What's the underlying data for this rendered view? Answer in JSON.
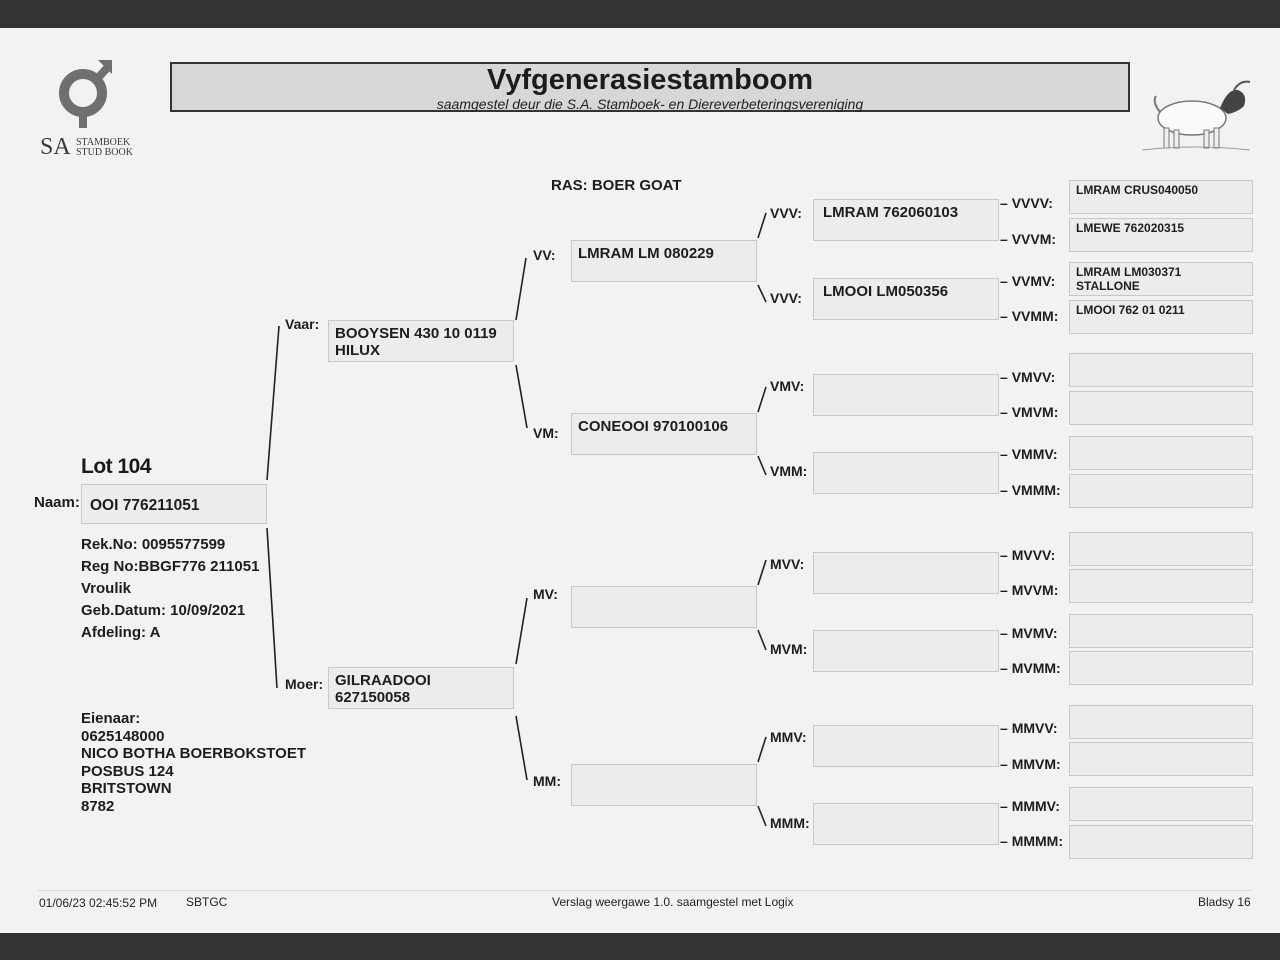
{
  "header": {
    "title": "Vyfgenerasiestamboom",
    "subtitle": "saamgestel deur die S.A. Stamboek- en Diereverbeteringsvereniging",
    "logo_text_big": "SA",
    "logo_text_line1": "STAMBOEK",
    "logo_text_line2": "STUD BOOK"
  },
  "breed": "RAS: BOER GOAT",
  "animal": {
    "lot": "Lot 104",
    "name_label": "Naam:",
    "name": "OOI 776211051",
    "rek_no": "Rek.No: 0095577599",
    "reg_no": "Reg No:BBGF776 211051",
    "sex": "Vroulik",
    "birth": "Geb.Datum: 10/09/2021",
    "division": "Afdeling: A"
  },
  "owner": {
    "label": "Eienaar:",
    "phone": "0625148000",
    "name": "NICO BOTHA BOERBOKSTOET",
    "address1": "POSBUS 124",
    "town": "BRITSTOWN",
    "code": "8782"
  },
  "gen1": {
    "sire": {
      "label": "Vaar:",
      "value_line1": "BOOYSEN 430 10 0119",
      "value_line2": "HILUX"
    },
    "dam": {
      "label": "Moer:",
      "value_line1": "GILRAADOOI",
      "value_line2": "627150058"
    }
  },
  "gen2": {
    "vv": {
      "label": "VV:",
      "value": "LMRAM LM 080229"
    },
    "vm": {
      "label": "VM:",
      "value": "CONEOOI 970100106"
    },
    "mv": {
      "label": "MV:",
      "value": ""
    },
    "mm": {
      "label": "MM:",
      "value": ""
    }
  },
  "gen3": {
    "vvv": {
      "label": "VVV:",
      "value": "LMRAM 762060103"
    },
    "vvm": {
      "label": "VVV:",
      "value": "LMOOI LM050356"
    },
    "vmv": {
      "label": "VMV:",
      "value": ""
    },
    "vmm": {
      "label": "VMM:",
      "value": ""
    },
    "mvv": {
      "label": "MVV:",
      "value": ""
    },
    "mvm": {
      "label": "MVM:",
      "value": ""
    },
    "mmv": {
      "label": "MMV:",
      "value": ""
    },
    "mmm": {
      "label": "MMM:",
      "value": ""
    }
  },
  "gen4": [
    {
      "label": "VVVV:",
      "value": "LMRAM CRUS040050"
    },
    {
      "label": "VVVM:",
      "value": "LMEWE 762020315"
    },
    {
      "label": "VVMV:",
      "value": "LMRAM LM030371 STALLONE"
    },
    {
      "label": "VVMM:",
      "value": "LMOOI 762 01 0211"
    },
    {
      "label": "VMVV:",
      "value": ""
    },
    {
      "label": "VMVM:",
      "value": ""
    },
    {
      "label": "VMMV:",
      "value": ""
    },
    {
      "label": "VMMM:",
      "value": ""
    },
    {
      "label": "MVVV:",
      "value": ""
    },
    {
      "label": "MVVM:",
      "value": ""
    },
    {
      "label": "MVMV:",
      "value": ""
    },
    {
      "label": "MVMM:",
      "value": ""
    },
    {
      "label": "MMVV:",
      "value": ""
    },
    {
      "label": "MMVM:",
      "value": ""
    },
    {
      "label": "MMMV:",
      "value": ""
    },
    {
      "label": "MMMM:",
      "value": ""
    }
  ],
  "footer": {
    "datetime": "01/06/23 02:45:52 PM",
    "code": "SBTGC",
    "version": "Verslag weergawe 1.0. saamgestel met Logix",
    "page": "Bladsy 16"
  }
}
